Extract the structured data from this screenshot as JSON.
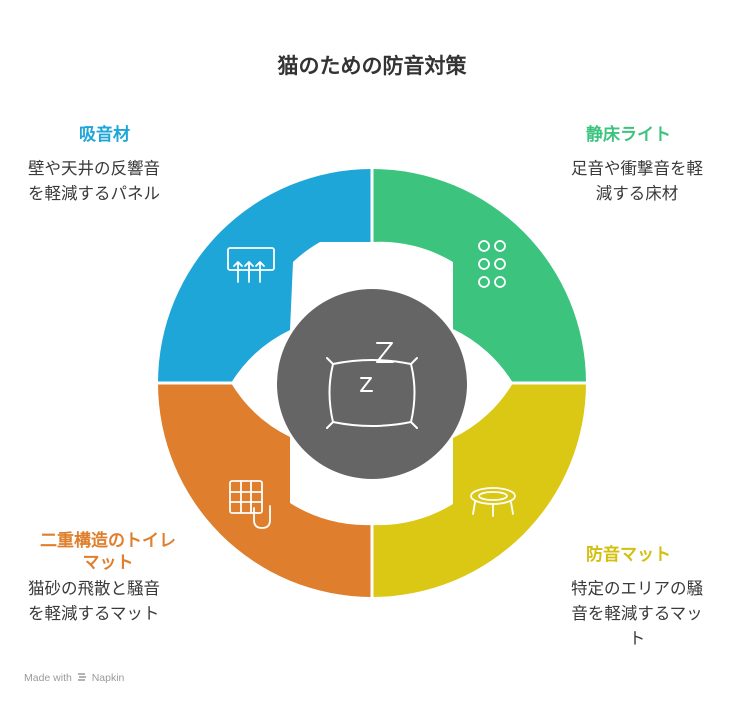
{
  "title": "猫のための防音対策",
  "center": {
    "icon": "sleeping-pillow-icon",
    "color": "#656565"
  },
  "segments": [
    {
      "key": "top-left",
      "label": "吸音材",
      "desc": [
        "壁や天井の反響音",
        "を軽減するパネル"
      ],
      "color": "#1fa6d9",
      "icon": "heating-panel-icon"
    },
    {
      "key": "top-right",
      "label": "静床ライト",
      "desc": [
        "足音や衝撃音を軽",
        "減する床材"
      ],
      "color": "#3cc47f",
      "icon": "dots-grid-icon"
    },
    {
      "key": "bottom-right",
      "label": "防音マット",
      "desc": [
        "特定のエリアの騒",
        "音を軽減するマッ",
        "ト"
      ],
      "color": "#dbc814",
      "icon": "trampoline-icon"
    },
    {
      "key": "bottom-left",
      "label": "二重構造のトイレマット",
      "label_lines": [
        "二重構造のトイレ",
        "マット"
      ],
      "desc": [
        "猫砂の飛散と騒音",
        "を軽減するマット"
      ],
      "color": "#df7f2d",
      "icon": "grid-pipe-icon"
    }
  ],
  "footer": {
    "made_with": "Made with",
    "brand": "Napkin"
  }
}
